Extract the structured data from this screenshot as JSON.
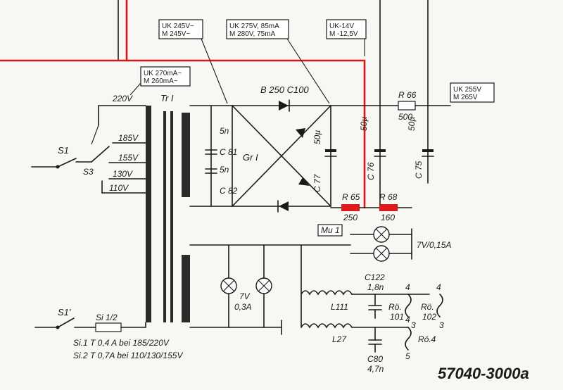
{
  "meter_boxes": [
    {
      "l1": "UK 245V~",
      "l2": "M  245V~"
    },
    {
      "l1": "UK 275V, 85mA",
      "l2": "M  280V, 75mA"
    },
    {
      "l1": "UK-14V",
      "l2": "M -12,5V"
    },
    {
      "l1": "UK 270mA~",
      "l2": "M  260mA~"
    },
    {
      "l1": "UK 255V",
      "l2": "M  265V"
    }
  ],
  "transformer": {
    "name": "Tr I",
    "label_220": "220V",
    "taps": [
      "185V",
      "155V",
      "130V",
      "110V"
    ]
  },
  "switches": {
    "s1": "S1",
    "s3": "S3",
    "s1b": "S1'",
    "fuse": "Si 1/2"
  },
  "rectifier": {
    "name": "B 250 C100",
    "gr": "Gr I"
  },
  "caps": {
    "c81": "C 81",
    "c82": "C 82",
    "c81v": "5n",
    "c82v": "5n",
    "c77": "C 77",
    "c77v": "50µ",
    "c76": "C 76",
    "c76v": "50µ",
    "c75": "C 75",
    "c75v": "50µ"
  },
  "resistors": {
    "r65": "R 65",
    "r65v": "250",
    "r68": "R 68",
    "r68v": "160",
    "r66": "R 66",
    "r66v": "500"
  },
  "lamps": {
    "mu": "Mu 1",
    "spec": "7V/0,15A",
    "lamp2": "7V",
    "lamp2b": "0,3A"
  },
  "coils": {
    "l111": "L111",
    "l27": "L27",
    "c122": "C122",
    "c122v": "1,8n",
    "c80": "C80",
    "c80v": "4,7n"
  },
  "roehren": {
    "r101": "Rö.",
    "r101n": "101",
    "r102": "Rö.",
    "r102n": "102",
    "r4": "Rö.4",
    "pins": [
      "4",
      "4",
      "3",
      "3",
      "4",
      "5"
    ]
  },
  "fuse_notes": [
    "Si.1 T 0,4 A bei 185/220V",
    "Si.2 T 0,7A bei 110/130/155V"
  ],
  "part_number": "57040-3000a",
  "colors": {
    "ink": "#1a1a1a",
    "highlight": "#d4181a",
    "paper": "#f8f7f3"
  }
}
